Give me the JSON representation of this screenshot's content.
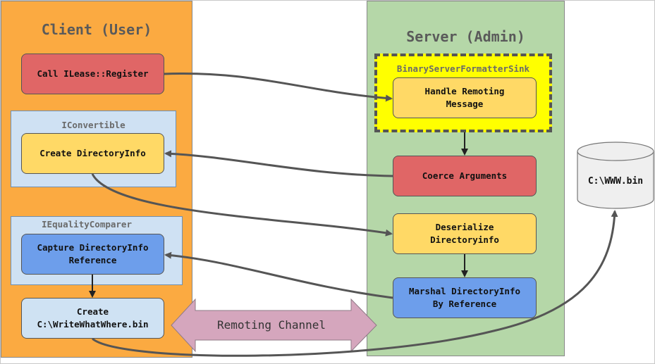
{
  "client": {
    "title": "Client (User)"
  },
  "server": {
    "title": "Server (Admin)"
  },
  "groups": {
    "iconvertible": "IConvertible",
    "iequalitycomparer": "IEqualityComparer",
    "sink": "BinaryServerFormatterSink"
  },
  "nodes": {
    "call_register": "Call ILease::Register",
    "create_dirinfo": "Create DirectoryInfo",
    "capture_ref": "Capture DirectoryInfo\nReference",
    "create_file": "Create\nC:\\WriteWhatWhere.bin",
    "handle_message": "Handle Remoting\nMessage",
    "coerce_args": "Coerce Arguments",
    "deserialize": "Deserialize\nDirectoryinfo",
    "marshal": "Marshal DirectoryInfo\nBy Reference"
  },
  "storage": {
    "label": "C:\\WWW.bin"
  },
  "channel": {
    "label": "Remoting Channel"
  },
  "colors": {
    "client_bg": "#fbaa41",
    "server_bg": "#b5d7a8",
    "red_node": "#e06666",
    "yellow_node": "#ffd966",
    "blue_node": "#6d9eeb",
    "light_blue_node": "#cfe2f3",
    "sink_bg": "#ffff00",
    "channel_arrow": "#d5a6bd",
    "arrow": "#555555"
  }
}
